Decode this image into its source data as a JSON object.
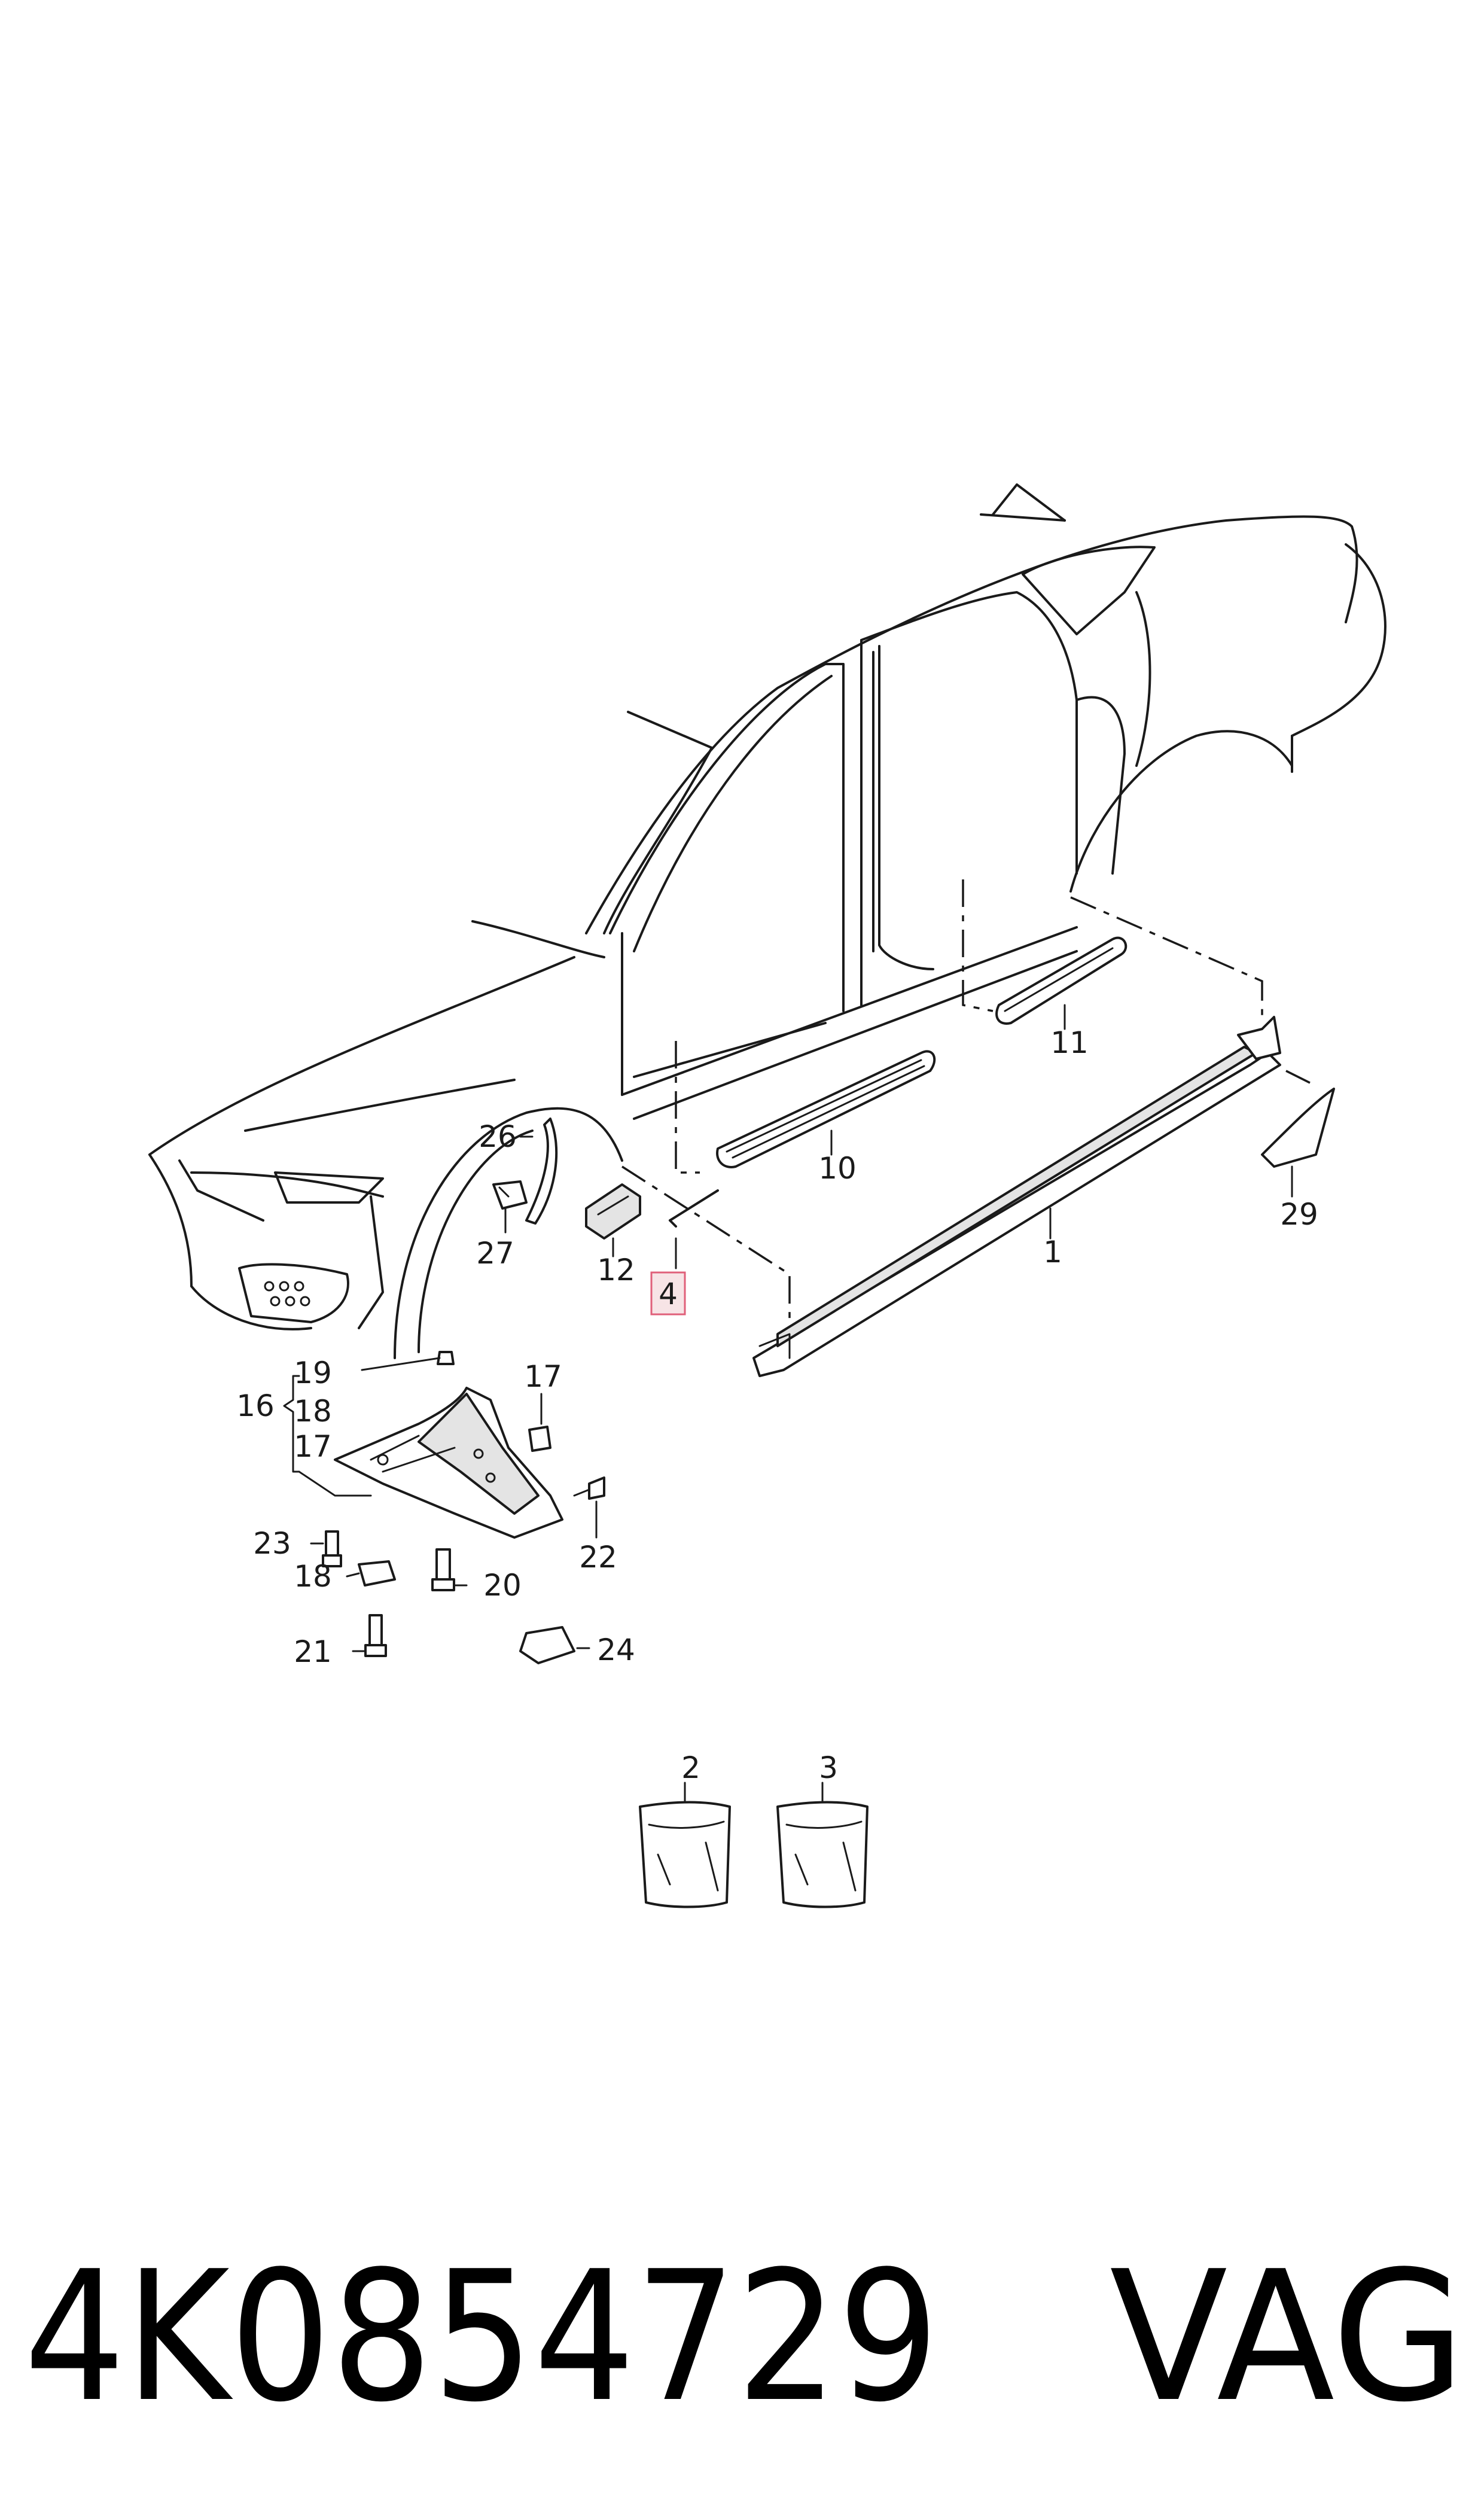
{
  "callouts": {
    "c1": "1",
    "c2": "2",
    "c3": "3",
    "c4": "4",
    "c10": "10",
    "c11": "11",
    "c12": "12",
    "c16": "16",
    "c17a": "17",
    "c17b": "17",
    "c18a": "18",
    "c18b": "18",
    "c19": "19",
    "c20": "20",
    "c21": "21",
    "c22": "22",
    "c23": "23",
    "c24": "24",
    "c26": "26",
    "c27": "27",
    "c29": "29"
  },
  "highlighted_callout": "4",
  "highlight_color": "#e0607a",
  "footer": {
    "part_number": "4K0854729",
    "brand": "VAG"
  }
}
